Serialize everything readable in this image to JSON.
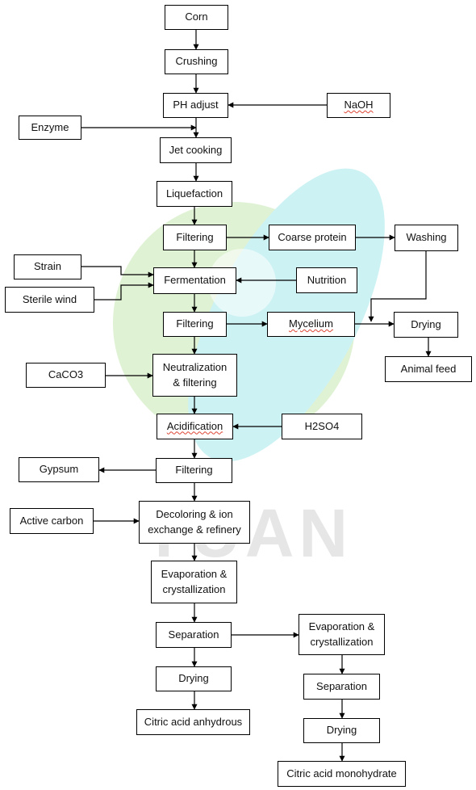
{
  "watermark": {
    "text": "YUAN",
    "colors": {
      "green": "#dff2d4",
      "cyan": "#cdf2f4"
    }
  },
  "colors": {
    "box_border": "#000000",
    "arrow": "#000000",
    "text": "#111111"
  },
  "nodes": {
    "corn": "Corn",
    "crushing": "Crushing",
    "ph_adjust": "PH adjust",
    "naoh": "NaOH",
    "enzyme": "Enzyme",
    "jet_cooking": "Jet cooking",
    "liquefaction": "Liquefaction",
    "filtering_1": "Filtering",
    "coarse_protein": "Coarse protein",
    "washing": "Washing",
    "strain": "Strain",
    "sterile_wind": "Sterile wind",
    "fermentation": "Fermentation",
    "nutrition": "Nutrition",
    "filtering_2": "Filtering",
    "mycelium": "Mycelium",
    "drying_feed": "Drying",
    "animal_feed": "Animal feed",
    "caco3": "CaCO3",
    "neutralization": [
      "Neutralization",
      "& filtering"
    ],
    "acidification": "Acidification",
    "h2so4": "H2SO4",
    "gypsum": "Gypsum",
    "filtering_3": "Filtering",
    "active_carbon": "Active carbon",
    "decoloring": [
      "Decoloring & ion",
      "exchange & refinery"
    ],
    "evaporation_1": [
      "Evaporation &",
      "crystallization"
    ],
    "separation_1": "Separation",
    "evaporation_2": [
      "Evaporation &",
      "crystallization"
    ],
    "drying_anhydrous": "Drying",
    "citric_anhydrous": "Citric acid anhydrous",
    "separation_2": "Separation",
    "drying_mono": "Drying",
    "citric_monohydrate": "Citric acid monohydrate"
  }
}
